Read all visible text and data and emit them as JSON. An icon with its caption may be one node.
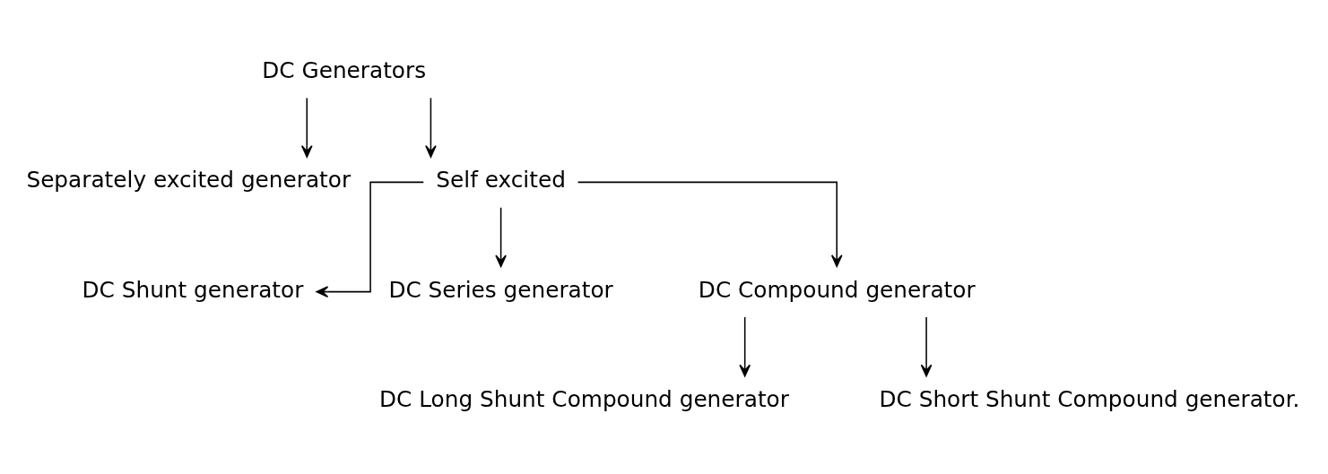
{
  "diagram": {
    "nodes": [
      {
        "text": [
          "DC Generators"
        ]
      },
      {
        "text": [
          "Separately excited generator"
        ]
      },
      {
        "text": [
          "Self excited"
        ]
      },
      {
        "text": [
          "DC Shunt generator"
        ]
      },
      {
        "text": [
          "DC Series generator"
        ]
      },
      {
        "text": [
          "DC Compound generator"
        ]
      },
      {
        "text": [
          "DC Long Shunt Compound generator"
        ]
      },
      {
        "text": [
          "DC Short Shunt Compound generator."
        ]
      }
    ],
    "edges": [
      {
        "from": 0,
        "to": 1,
        "arrow": "to"
      },
      {
        "from": 0,
        "to": 2,
        "arrow": "to"
      },
      {
        "from": 2,
        "to": 3,
        "arrow": "to"
      },
      {
        "from": 2,
        "to": 4,
        "arrow": "to"
      },
      {
        "from": 2,
        "to": 5,
        "arrow": "to"
      },
      {
        "from": 5,
        "to": 6,
        "arrow": "to"
      },
      {
        "from": 5,
        "to": 7,
        "arrow": "to"
      }
    ]
  }
}
